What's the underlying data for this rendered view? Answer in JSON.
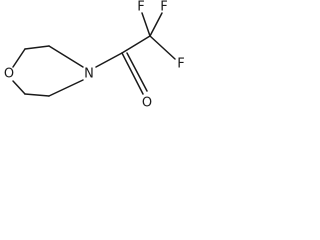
{
  "molecule": {
    "atoms": {
      "ring_oxygen": "O",
      "ring_nitrogen": "N",
      "carbonyl_oxygen": "O",
      "fluorine_top_left": "F",
      "fluorine_top_right": "F",
      "fluorine_right": "F"
    }
  }
}
